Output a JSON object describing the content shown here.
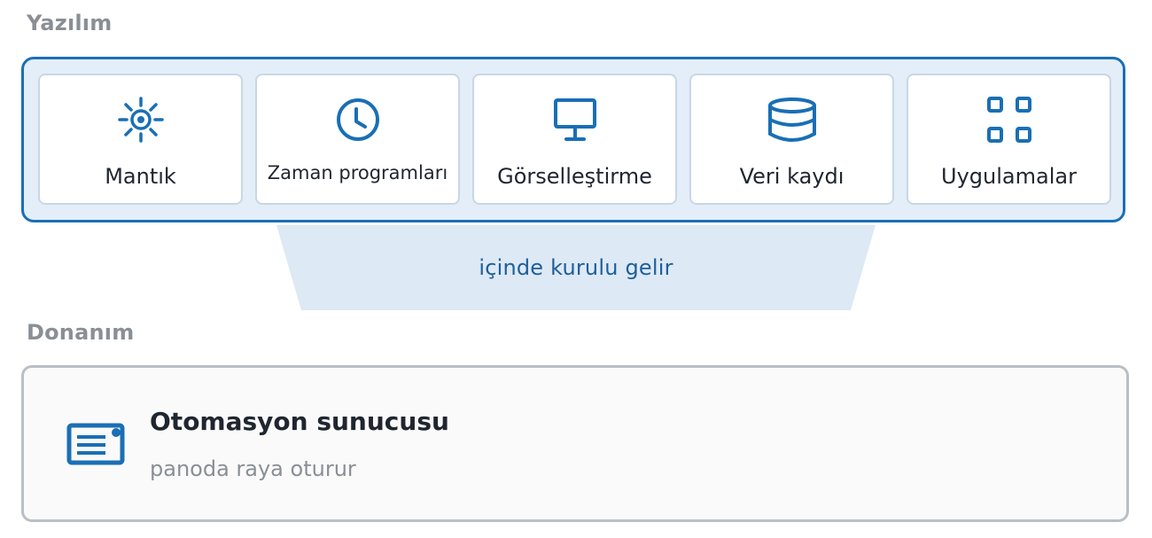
{
  "software": {
    "label": "Yazılım",
    "cards": [
      {
        "label": "Mantık",
        "icon": "sun-gear-icon"
      },
      {
        "label": "Zaman programları",
        "icon": "clock-icon"
      },
      {
        "label": "Görselleştirme",
        "icon": "monitor-icon"
      },
      {
        "label": "Veri kaydı",
        "icon": "database-icon"
      },
      {
        "label": "Uygulamalar",
        "icon": "apps-grid-icon"
      }
    ]
  },
  "connector": {
    "label": "içinde kurulu gelir"
  },
  "hardware": {
    "label": "Donanım",
    "device": {
      "title": "Otomasyon sunucusu",
      "subtitle": "panoda raya oturur",
      "icon": "server-module-icon"
    }
  },
  "colors": {
    "accent": "#1a6fb5",
    "panel_fill": "#e3eef8",
    "connector_fill": "#dde9f4",
    "muted_text": "#8a8f96",
    "dark_text": "#1f2630"
  }
}
